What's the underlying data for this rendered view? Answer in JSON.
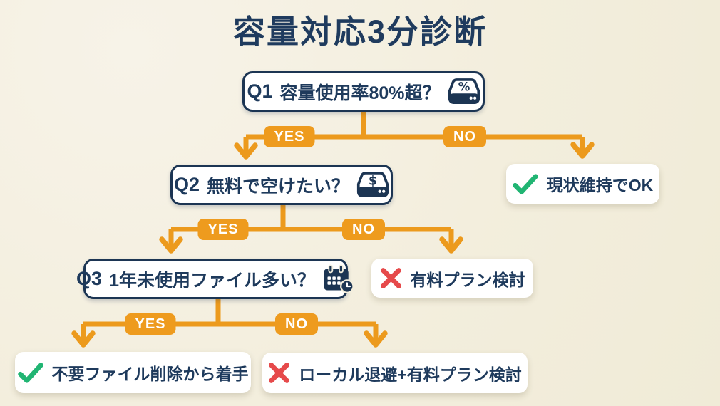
{
  "title": "容量対応3分診断",
  "labels": {
    "yes": "YES",
    "no": "NO"
  },
  "questions": [
    {
      "label": "Q1",
      "text": "容量使用率80%超？",
      "icon": "hdd-percent-icon"
    },
    {
      "label": "Q2",
      "text": "無料で空けたい？",
      "icon": "hdd-dollar-icon"
    },
    {
      "label": "Q3",
      "text": "1年未使用ファイル多い？",
      "icon": "calendar-clock-icon"
    }
  ],
  "results": [
    {
      "text": "現状維持でOK",
      "icon": "check-icon"
    },
    {
      "text": "有料プラン検討",
      "icon": "x-icon"
    },
    {
      "text": "不要ファイル削除から着手",
      "icon": "check-icon"
    },
    {
      "text": "ローカル退避+有料プラン検討",
      "icon": "x-icon"
    }
  ],
  "colors": {
    "background": "#F3EEDD",
    "accent_orange": "#EC9A1D",
    "navy": "#1C3553",
    "green": "#21B573",
    "red": "#E64A4B",
    "box_background": "#FFFFFF"
  }
}
